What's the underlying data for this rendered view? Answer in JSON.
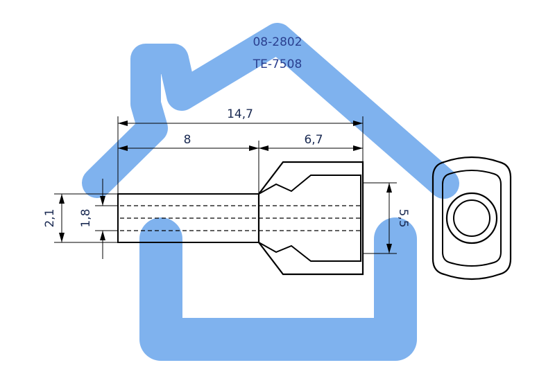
{
  "watermark": {
    "icon": "house-icon",
    "color": "#7fb2ee"
  },
  "part_codes": {
    "code1": "08-2802",
    "code2": "TE-7508"
  },
  "dimensions": {
    "total_length": "14,7",
    "sleeve_length": "8",
    "collar_length": "6,7",
    "outer_diameter": "2,1",
    "inner_diameter": "1,8",
    "collar_height": "5,5"
  }
}
